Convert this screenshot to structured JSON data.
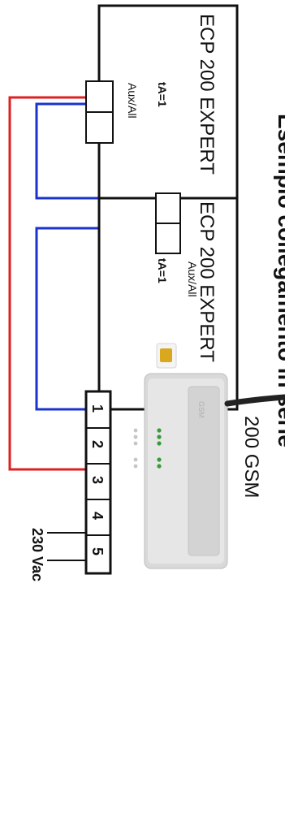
{
  "title": "Esempio collegamento in serie",
  "devices": [
    {
      "name": "ECP 200 EXPERT",
      "setting": "tA=1",
      "port": "Aux/All"
    },
    {
      "name": "ECP 200 EXPERT",
      "setting": "tA=1",
      "port": "Aux/All"
    }
  ],
  "gsm": {
    "label": "200 GSM",
    "case_text": "GSM"
  },
  "terminal_block": {
    "numbers": [
      "1",
      "2",
      "3",
      "4",
      "5"
    ]
  },
  "supply_label": "230 Vac",
  "colors": {
    "wire_red": "#dd2020",
    "wire_blue": "#1a33cc",
    "outline": "#111111"
  }
}
